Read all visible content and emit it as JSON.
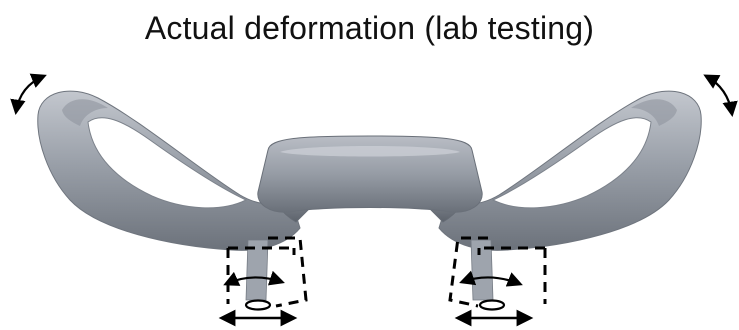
{
  "figure": {
    "title": "Actual deformation (lab testing)"
  },
  "colors": {
    "shell_light": "#b5bac3",
    "shell_mid": "#8e949e",
    "shell_dark": "#5d636c",
    "annotation": "#000000",
    "background": "#ffffff"
  },
  "annotations": [
    {
      "name": "left-tip-rotation-arrow",
      "icon": "curved-double-arrow"
    },
    {
      "name": "right-tip-rotation-arrow",
      "icon": "curved-double-arrow"
    },
    {
      "name": "left-foot-original-outline",
      "icon": "dashed-box"
    },
    {
      "name": "left-foot-deformed-outline",
      "icon": "dashed-box-tilted"
    },
    {
      "name": "right-foot-original-outline",
      "icon": "dashed-box"
    },
    {
      "name": "right-foot-deformed-outline",
      "icon": "dashed-box-tilted"
    },
    {
      "name": "left-foot-rotation-arrow",
      "icon": "curved-double-arrow"
    },
    {
      "name": "right-foot-rotation-arrow",
      "icon": "curved-double-arrow"
    },
    {
      "name": "left-foot-translation-arrow",
      "icon": "horizontal-double-arrow"
    },
    {
      "name": "right-foot-translation-arrow",
      "icon": "horizontal-double-arrow"
    }
  ]
}
